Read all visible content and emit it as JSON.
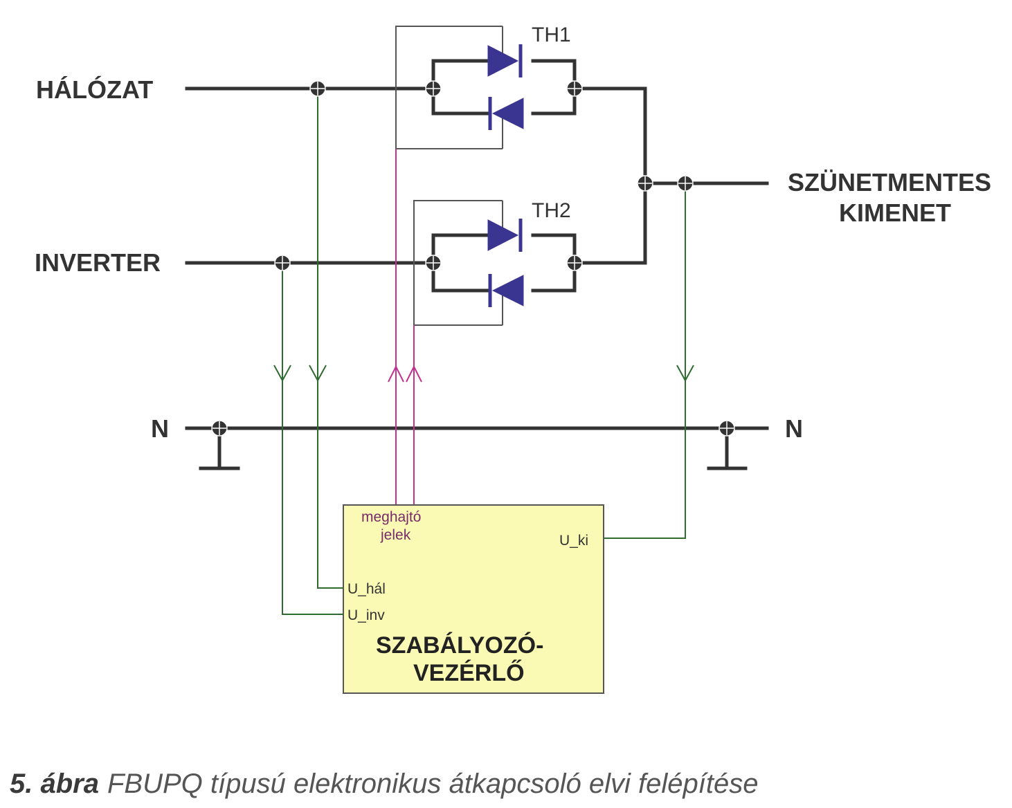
{
  "labels": {
    "halozat": "HÁLÓZAT",
    "inverter": "INVERTER",
    "output_line1": "SZÜNETMENTES",
    "output_line2": "KIMENET",
    "neutral_left": "N",
    "neutral_right": "N",
    "th1": "TH1",
    "th2": "TH2"
  },
  "controller": {
    "title_line1": "SZABÁLYOZÓ-",
    "title_line2": "VEZÉRLŐ",
    "drive_signals_line1": "meghajtó",
    "drive_signals_line2": "jelek",
    "u_ki": "U_ki",
    "u_hal": "U_hál",
    "u_inv": "U_inv"
  },
  "caption": {
    "number": "5. ábra",
    "text": "FBUPQ típusú elektronikus átkapcsoló elvi felépítése"
  },
  "colors": {
    "power_line": "#333333",
    "measure_line": "#2f6b2f",
    "drive_line": "#c0328f",
    "thyristor": "#3a3590",
    "controller_fill": "#fafab4",
    "controller_border": "#555555"
  },
  "icons": {
    "thyristor": "thyristor-icon",
    "ground": "ground-icon",
    "junction": "junction-icon"
  }
}
